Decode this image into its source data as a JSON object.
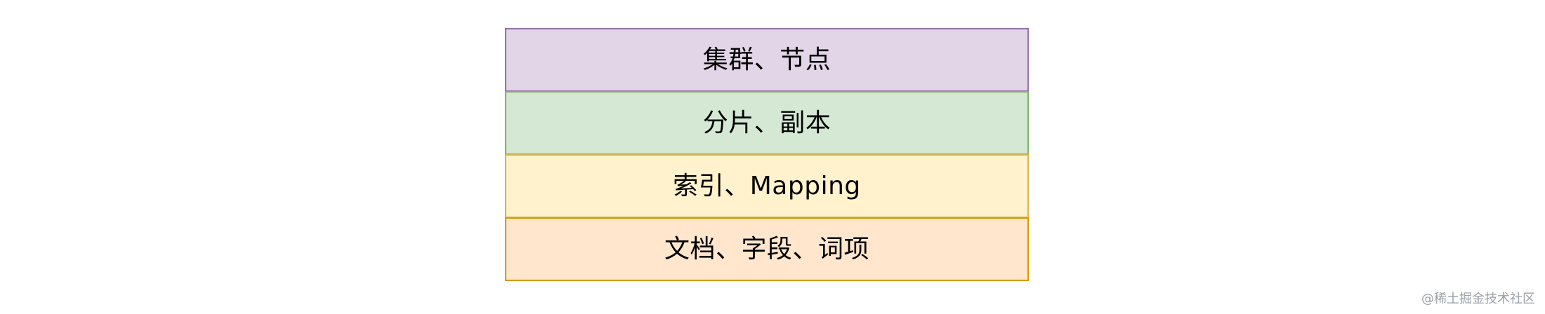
{
  "layers": [
    {
      "label": "集群、节点",
      "fill": "#e1d5e7",
      "stroke": "#9673a6"
    },
    {
      "label": "分片、副本",
      "fill": "#d5e8d4",
      "stroke": "#82b366"
    },
    {
      "label": "索引、Mapping",
      "fill": "#fff2cc",
      "stroke": "#d6b656"
    },
    {
      "label": "文档、字段、词项",
      "fill": "#ffe6cc",
      "stroke": "#d79b00"
    }
  ],
  "watermark": "@稀土掘金技术社区"
}
